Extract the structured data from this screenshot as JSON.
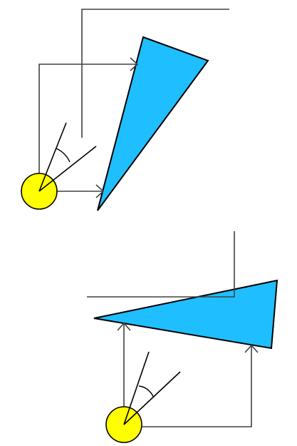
{
  "colors": {
    "background": "#ffffff",
    "line": "#404040",
    "outline": "#000000",
    "triangle_fill": "#1fbfff",
    "light_source_fill": "#ffff00"
  },
  "panels": [
    {
      "id": "top",
      "elements": [
        "light-source",
        "cone-of-view",
        "angle-arc",
        "blue-triangle",
        "two-arrows-to-triangle",
        "vertical-reference-line"
      ]
    },
    {
      "id": "bottom",
      "elements": [
        "light-source",
        "cone-of-view",
        "angle-arc",
        "blue-triangle",
        "two-arrows-to-triangle",
        "horizontal-reference-line"
      ]
    }
  ]
}
